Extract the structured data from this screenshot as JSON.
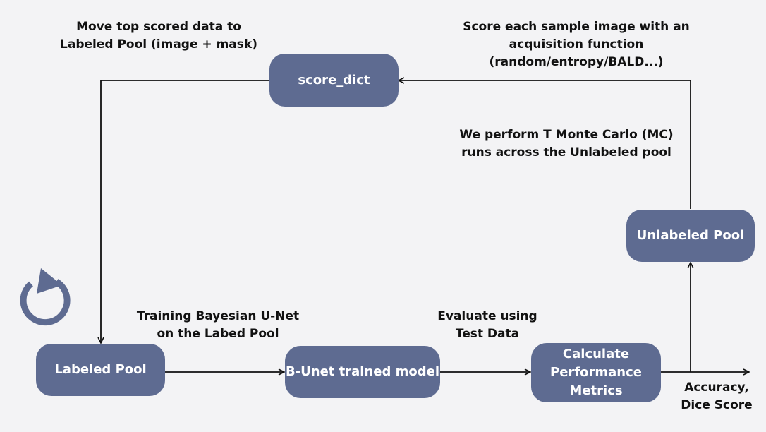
{
  "nodes": {
    "score_dict": "score_dict",
    "labeled_pool": "Labeled Pool",
    "bunet_model": "B-Unet trained model",
    "calc_metrics": [
      "Calculate",
      "Performance",
      "Metrics"
    ],
    "unlabeled_pool": "Unlabeled Pool"
  },
  "labels": {
    "move_top": [
      "Move top scored data to",
      "Labeled Pool (image + mask)"
    ],
    "score_each": [
      "Score each sample image with an",
      "acquisition function",
      "(random/entropy/BALD...)"
    ],
    "mc_runs": [
      "We perform T Monte Carlo (MC)",
      "runs across the Unlabeled pool"
    ],
    "training": [
      "Training Bayesian U-Net",
      "on the Labed Pool"
    ],
    "evaluate": [
      "Evaluate using",
      "Test Data"
    ],
    "output": [
      "Accuracy,",
      "Dice Score"
    ]
  },
  "icons": {
    "cycle": "refresh-icon"
  },
  "colors": {
    "node_fill": "#5e6b91",
    "node_text": "#ffffff",
    "line": "#111111",
    "icon": "#5e6b91",
    "background": "#f3f3f5"
  }
}
